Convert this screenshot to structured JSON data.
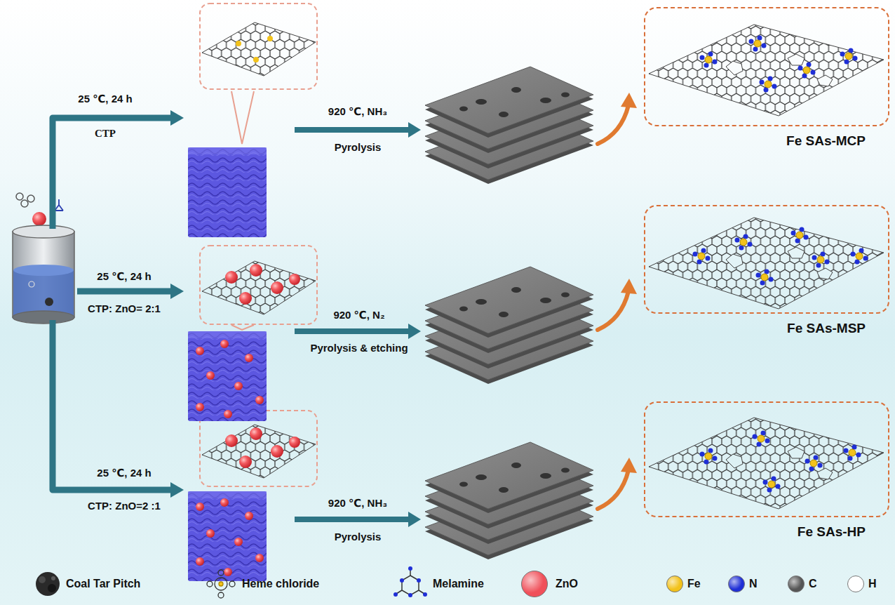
{
  "diagram": {
    "nodes": [
      {
        "text": [
          "Fe SAs-MCP"
        ]
      },
      {
        "text": [
          "Fe SAs-MSP"
        ]
      },
      {
        "text": [
          "Fe SAs-HP"
        ]
      }
    ],
    "labels": [
      "25 ℃, 24 h",
      "CTP",
      "920 ℃, NH₃",
      "Pyrolysis",
      "25 ℃, 24 h",
      "CTP: ZnO= 2:1",
      "920 ℃, N₂",
      "Pyrolysis & etching",
      "25 ℃, 24 h",
      "CTP: ZnO=2 :1",
      "920 ℃, NH₃",
      "Pyrolysis"
    ],
    "legend": [
      {
        "text": "Coal Tar Pitch"
      },
      {
        "text": "Heme chloride"
      },
      {
        "text": "Melamine"
      },
      {
        "text": "ZnO",
        "color": "#f0505a"
      },
      {
        "text": "Fe",
        "color": "#f2c21b"
      },
      {
        "text": "N",
        "color": "#1f2fd6"
      },
      {
        "text": "C",
        "color": "#555555"
      },
      {
        "text": "H",
        "color": "#ffffff"
      }
    ]
  }
}
